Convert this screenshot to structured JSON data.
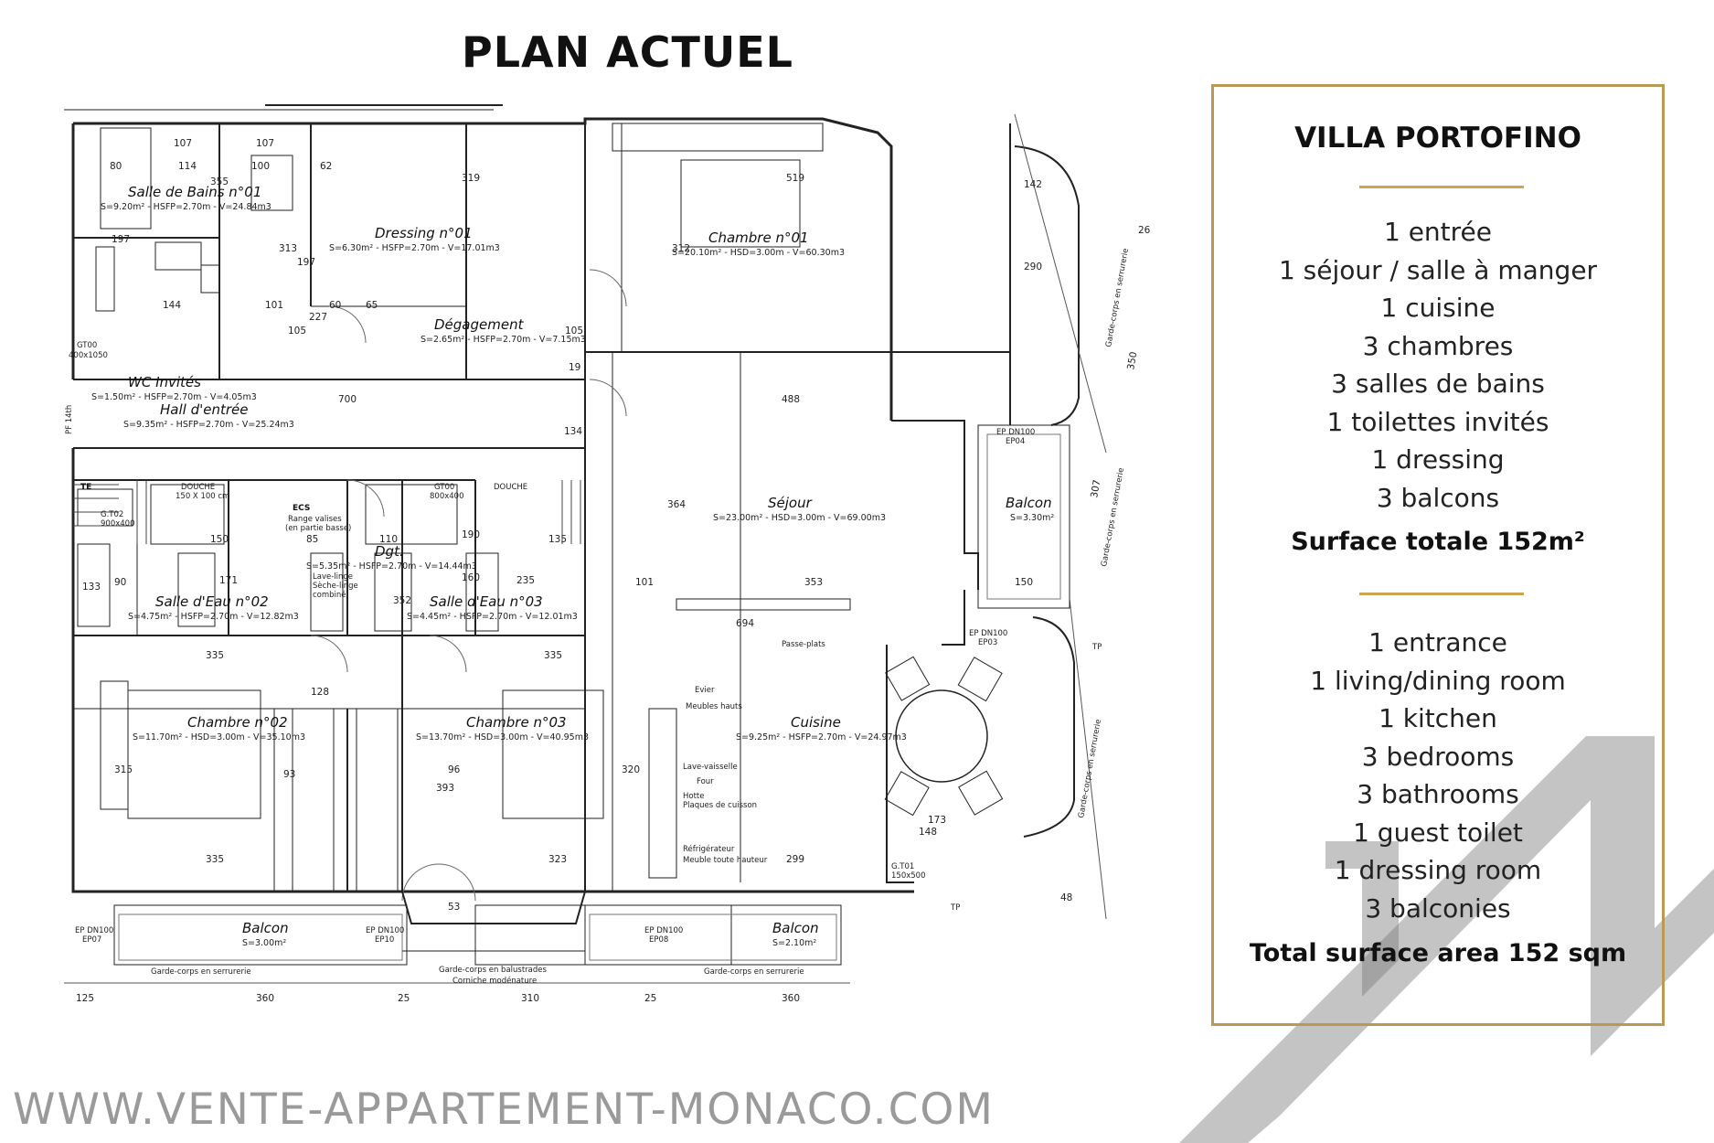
{
  "heading": "PLAN ACTUEL",
  "info": {
    "title": "VILLA PORTOFINO",
    "french": [
      "1 entrée",
      "1 séjour / salle à manger",
      "1 cuisine",
      "3 chambres",
      "3 salles de bains",
      "1 toilettes invités",
      "1 dressing",
      "3 balcons"
    ],
    "french_total": "Surface totale 152m²",
    "english": [
      "1  entrance",
      "1 living/dining room",
      "1 kitchen",
      "3 bedrooms",
      "3 bathrooms",
      "1 guest toilet",
      "1 dressing room",
      "3 balconies"
    ],
    "english_total": "Total surface area 152 sqm",
    "accent_color": "#c9a64f"
  },
  "website": "WWW.VENTE-APPARTEMENT-MONACO.COM",
  "plan": {
    "rooms": {
      "bain1": {
        "name": "Salle de Bains n°01",
        "stats": "S=9.20m² - HSFP=2.70m - V=24.84m3"
      },
      "dressing": {
        "name": "Dressing n°01",
        "stats": "S=6.30m² - HSFP=2.70m - V=17.01m3"
      },
      "chambre1": {
        "name": "Chambre n°01",
        "stats": "S=20.10m² - HSD=3.00m - V=60.30m3"
      },
      "degagement": {
        "name": "Dégagement",
        "stats": "S=2.65m² - HSFP=2.70m - V=7.15m3"
      },
      "wc": {
        "name": "WC Invités",
        "stats": "S=1.50m² - HSFP=2.70m - V=4.05m3"
      },
      "hall": {
        "name": "Hall d'entrée",
        "stats": "S=9.35m² - HSFP=2.70m - V=25.24m3"
      },
      "sejour": {
        "name": "Séjour",
        "stats": "S=23.00m² - HSD=3.00m - V=69.00m3"
      },
      "balcon_e": {
        "name": "Balcon",
        "stats": "S=3.30m²"
      },
      "dgt": {
        "name": "Dgt.",
        "stats": "S=5.35m² - HSFP=2.70m - V=14.44m3"
      },
      "eau2": {
        "name": "Salle d'Eau n°02",
        "stats": "S=4.75m² - HSFP=2.70m - V=12.82m3"
      },
      "eau3": {
        "name": "Salle d'Eau n°03",
        "stats": "S=4.45m² - HSFP=2.70m - V=12.01m3"
      },
      "chambre2": {
        "name": "Chambre n°02",
        "stats": "S=11.70m² - HSD=3.00m - V=35.10m3"
      },
      "chambre3": {
        "name": "Chambre n°03",
        "stats": "S=13.70m² - HSD=3.00m - V=40.95m3"
      },
      "cuisine": {
        "name": "Cuisine",
        "stats": "S=9.25m² - HSFP=2.70m - V=24.97m3"
      },
      "balcon_sw": {
        "name": "Balcon",
        "stats": "S=3.00m²"
      },
      "balcon_se": {
        "name": "Balcon",
        "stats": "S=2.10m²"
      }
    },
    "labels": {
      "ecs": "ECS",
      "ecs_note": "Range valises",
      "ecs_note2": "(en partie basse)",
      "te": "TE",
      "douche": "DOUCHE",
      "douche_size": "150 X 100 cm",
      "lave_linge": "Lave-linge",
      "seche_linge": "Sèche-linge",
      "combine": "combiné",
      "passe_plats": "Passe-plats",
      "evier": "Evier",
      "meubles": "Meubles hauts",
      "lave_vaisselle": "Lave-vaisselle",
      "four": "Four",
      "hotte": "Hotte",
      "plaques": "Plaques de cuisson",
      "refrigerateur": "Réfrigérateur",
      "meuble_toute": "Meuble toute hauteur",
      "ep_dn100": "EP DN100",
      "ep07": "EP07",
      "ep10": "EP10",
      "ep08": "EP08",
      "ep04": "EP04",
      "ep03": "EP03",
      "tp": "TP",
      "pf": "PF 14th",
      "garde_corps": "Garde-corps en serrurerie",
      "garde_balustrades": "Garde-corps en balustrades",
      "corniche": "Corniche modénature",
      "gt00": "GT00",
      "gt00_size": "400x1050",
      "gt02": "G.T02",
      "gt02_size": "900x400",
      "gt01": "G.T01",
      "gt01_size": "150x500",
      "gt_sm": "GT00",
      "gt_sm_size": "800x400"
    },
    "dims": {
      "d107a": "107",
      "d107b": "107",
      "d80": "80",
      "d114": "114",
      "d100": "100",
      "d62": "62",
      "d355": "355",
      "d319": "319",
      "d519": "519",
      "d142": "142",
      "d26": "26",
      "d350": "350",
      "d290": "290",
      "d197a": "197",
      "d197b": "197",
      "d313": "313",
      "d312": "312",
      "d144": "144",
      "d101": "101",
      "d60": "60",
      "d65": "65",
      "d227": "227",
      "d105a": "105",
      "d105b": "105",
      "d700": "700",
      "d488": "488",
      "d19": "19",
      "d134": "134",
      "d364": "364",
      "d694": "694",
      "d150a": "150",
      "d85": "85",
      "d110": "110",
      "d135": "135",
      "d171": "171",
      "d235": "235",
      "d353": "353",
      "d101b": "101",
      "d150b": "150",
      "d307": "307",
      "d335a": "335",
      "d335b": "335",
      "d128": "128",
      "d315": "315",
      "d93": "93",
      "d393": "393",
      "d96": "96",
      "d320": "320",
      "d323": "323",
      "d299": "299",
      "d335c": "335",
      "d173": "173",
      "d148": "148",
      "d48": "48",
      "d53": "53",
      "d125": "125",
      "d360a": "360",
      "d25a": "25",
      "d310": "310",
      "d25b": "25",
      "d360b": "360",
      "d90": "90",
      "d133": "133",
      "d352": "352",
      "d160": "160",
      "d190": "190"
    }
  }
}
